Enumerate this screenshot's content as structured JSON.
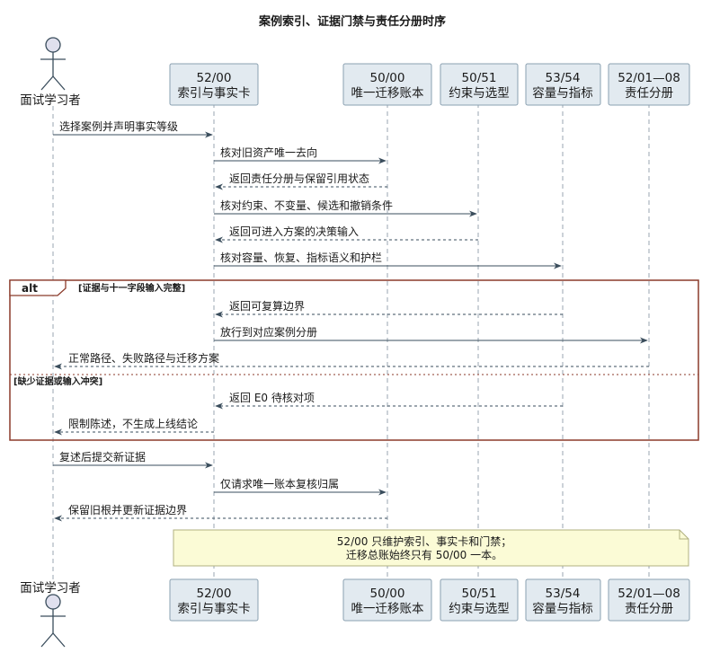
{
  "title": "案例索引、证据门禁与责任分册时序",
  "actor": {
    "label": "面试学习者"
  },
  "participants": [
    {
      "line1": "52/00",
      "line2": "索引与事实卡"
    },
    {
      "line1": "50/00",
      "line2": "唯一迁移账本"
    },
    {
      "line1": "50/51",
      "line2": "约束与选型"
    },
    {
      "line1": "53/54",
      "line2": "容量与指标"
    },
    {
      "line1": "52/01—08",
      "line2": "责任分册"
    }
  ],
  "messages": [
    {
      "text": "选择案例并声明事实等级",
      "from": "actor",
      "to": "p0",
      "style": "solid"
    },
    {
      "text": "核对旧资产唯一去向",
      "from": "p0",
      "to": "p1",
      "style": "solid"
    },
    {
      "text": "返回责任分册与保留引用状态",
      "from": "p1",
      "to": "p0",
      "style": "dashed"
    },
    {
      "text": "核对约束、不变量、候选和撤销条件",
      "from": "p0",
      "to": "p2",
      "style": "solid"
    },
    {
      "text": "返回可进入方案的决策输入",
      "from": "p2",
      "to": "p0",
      "style": "dashed"
    },
    {
      "text": "核对容量、恢复、指标语义和护栏",
      "from": "p0",
      "to": "p3",
      "style": "solid"
    },
    {
      "text": "返回可复算边界",
      "from": "p3",
      "to": "p0",
      "style": "dashed"
    },
    {
      "text": "放行到对应案例分册",
      "from": "p0",
      "to": "p4",
      "style": "solid"
    },
    {
      "text": "正常路径、失败路径与迁移方案",
      "from": "p4",
      "to": "actor",
      "style": "dashed"
    },
    {
      "text": "返回 E0 待核对项",
      "from": "p3",
      "to": "p0",
      "style": "dashed"
    },
    {
      "text": "限制陈述，不生成上线结论",
      "from": "p0",
      "to": "actor",
      "style": "dashed"
    },
    {
      "text": "复述后提交新证据",
      "from": "actor",
      "to": "p0",
      "style": "solid"
    },
    {
      "text": "仅请求唯一账本复核归属",
      "from": "p0",
      "to": "p1",
      "style": "solid"
    },
    {
      "text": "保留旧根并更新证据边界",
      "from": "p1",
      "to": "actor",
      "style": "dashed"
    }
  ],
  "fragment": {
    "keyword": "alt",
    "guard1": "[证据与十一字段输入完整]",
    "guard2": "[缺少证据或输入冲突]"
  },
  "note": {
    "line1": "52/00 只维护索引、事实卡和门禁；",
    "line2": "迁移总账始终只有 50/00 一本。"
  },
  "colors": {
    "participant_fill": "#e2eaf0",
    "participant_stroke": "#8aa0b0",
    "arrow": "#3a4d5c",
    "fragment": "#8b3a2a",
    "note_fill": "#fbfbd6",
    "note_stroke": "#b0b080",
    "lifeline": "#9aa6b0"
  }
}
